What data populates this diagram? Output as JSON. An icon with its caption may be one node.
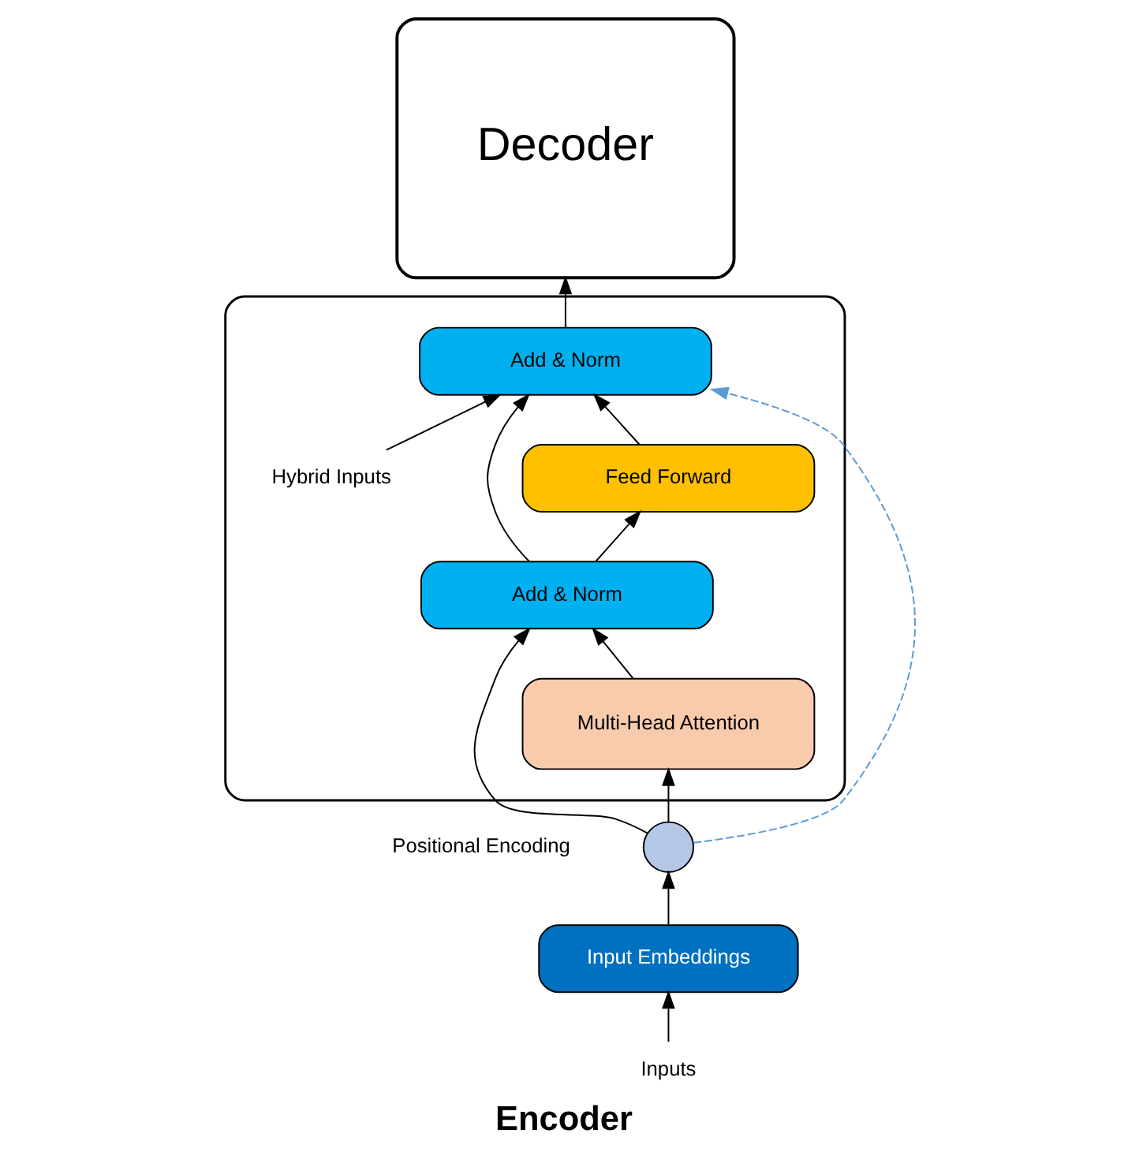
{
  "diagram": {
    "caption": "Encoder",
    "nodes": [
      {
        "text": [],
        "shape": "box"
      },
      {
        "text": [
          "Add & Norm"
        ],
        "in": 0
      },
      {
        "text": [
          "Feed Forward"
        ],
        "in": 0
      },
      {
        "text": [
          "Add & Norm"
        ],
        "in": 0
      },
      {
        "text": [
          "Multi-Head Attention"
        ],
        "in": 0
      },
      {
        "text": [
          "Hybrid Inputs"
        ],
        "in": 0
      },
      {
        "text": [],
        "shape": "circle",
        "beside": [
          "Positional Encoding"
        ]
      },
      {
        "text": [
          "Input Embeddings"
        ]
      },
      {
        "text": [
          "Inputs"
        ]
      },
      {
        "text": [
          "Decoder"
        ]
      }
    ],
    "edges": [
      {
        "from": 8,
        "to": 7,
        "arrow": "to"
      },
      {
        "from": 7,
        "to": 6,
        "arrow": "to"
      },
      {
        "from": 6,
        "to": 4,
        "arrow": "to"
      },
      {
        "from": 6,
        "to": 3,
        "arrow": "to"
      },
      {
        "from": 4,
        "to": 3,
        "arrow": "to"
      },
      {
        "from": 3,
        "to": 2,
        "arrow": "to"
      },
      {
        "from": 3,
        "to": 1,
        "arrow": "to"
      },
      {
        "from": 2,
        "to": 1,
        "arrow": "to"
      },
      {
        "from": 5,
        "to": 1,
        "arrow": "to"
      },
      {
        "from": 6,
        "to": 1,
        "arrow": "to",
        "style": "dashed",
        "color": "#5b9bd5"
      },
      {
        "from": 1,
        "to": 9,
        "arrow": "to"
      }
    ]
  }
}
